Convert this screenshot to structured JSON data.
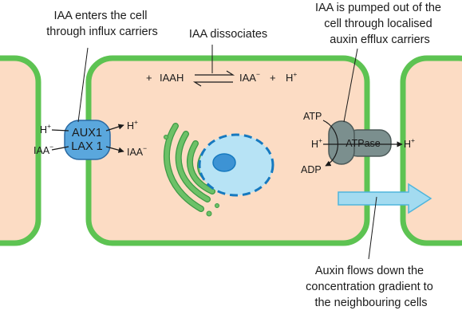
{
  "annotations": {
    "iaa_enters_line1": "IAA enters the cell",
    "iaa_enters_line2": "through influx carriers",
    "iaa_dissociates": "IAA dissociates",
    "efflux_line1": "IAA is pumped out of the",
    "efflux_line2": "cell through localised",
    "efflux_line3": "auxin efflux carriers",
    "flow_line1": "Auxin flows down the",
    "flow_line2": "concentration gradient to",
    "flow_line3": "the neighbouring cells"
  },
  "equilibrium": {
    "left_plus": "+",
    "iaah": "IAAH",
    "iaa_minus": "IAA",
    "minus_sup": "−",
    "right_plus": "+",
    "h": "H",
    "plus_sup": "+"
  },
  "influx": {
    "carrier_line1": "AUX1",
    "carrier_line2": "LAX 1",
    "h_in": "H",
    "h_in_sup": "+",
    "iaa_in": "IAA",
    "iaa_in_sup": "−",
    "h_out": "H",
    "h_out_sup": "+",
    "iaa_out": "IAA",
    "iaa_out_sup": "−"
  },
  "efflux": {
    "atp": "ATP",
    "adp": "ADP",
    "atpase": "ATPase",
    "h_in": "H",
    "h_in_sup": "+",
    "h_out": "H",
    "h_out_sup": "+"
  },
  "colors": {
    "cell_fill": "#fcdcc4",
    "cell_wall": "#5dc352",
    "golgi": "#6cc167",
    "golgi_dark": "#3d9a45",
    "nucleus_fill": "#b7e3f5",
    "nucleus_border": "#1679bf",
    "nucleolus": "#3d93d4",
    "influx_carrier": "#5aa7dd",
    "efflux_carrier": "#7b8f8e",
    "flow_arrow": "#a3dbf0",
    "flow_arrow_border": "#4fb5dc",
    "text": "#1a1a1a"
  }
}
